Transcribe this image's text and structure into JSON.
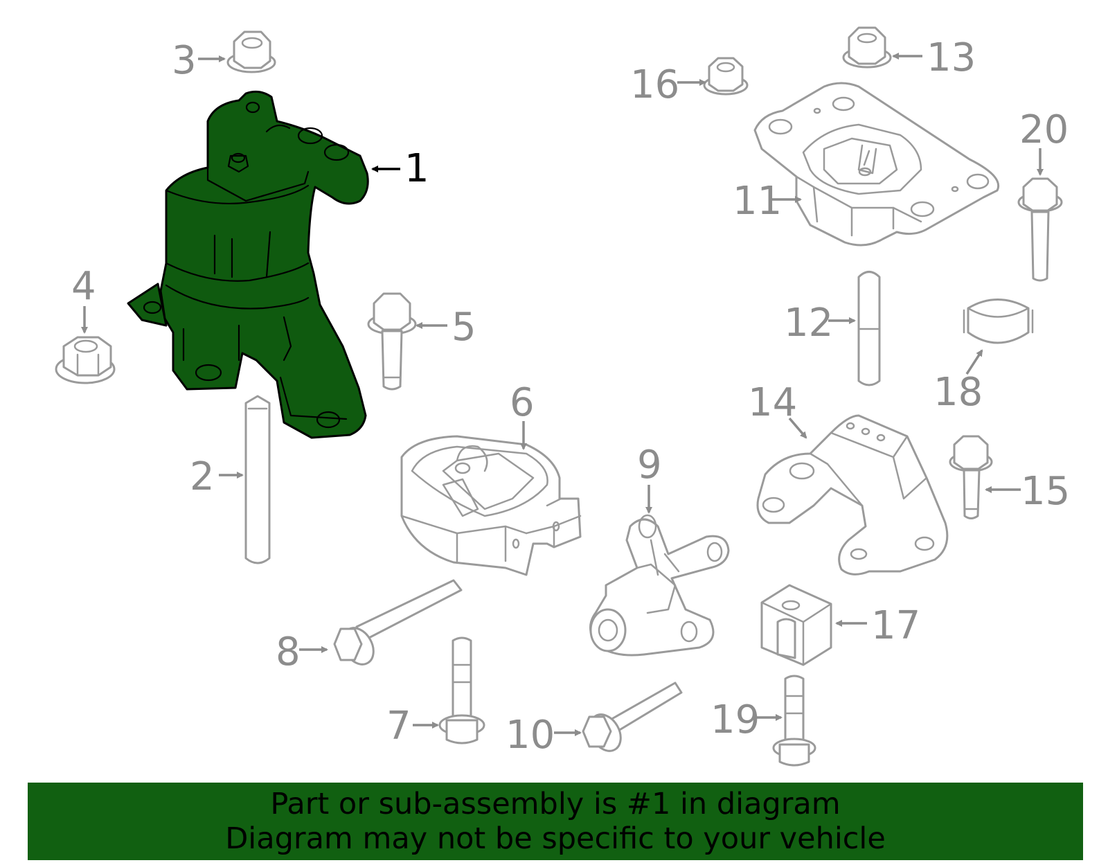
{
  "diagram": {
    "highlighted_part": "1",
    "highlight_color": "#0f5a0f",
    "callouts": [
      "1",
      "2",
      "3",
      "4",
      "5",
      "6",
      "7",
      "8",
      "9",
      "10",
      "11",
      "12",
      "13",
      "14",
      "15",
      "16",
      "17",
      "18",
      "19",
      "20"
    ]
  },
  "banner": {
    "line1": "Part or sub-assembly is #1 in diagram",
    "line2": "Diagram may not be specific to your vehicle",
    "background": "#116011"
  }
}
